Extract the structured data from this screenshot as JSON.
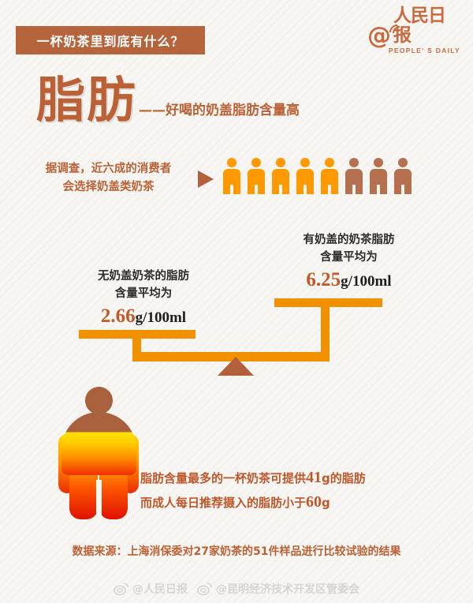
{
  "header": {
    "banner_title": "一杯奶茶里到底有什么？",
    "banner_color": "#b5643c",
    "logo": {
      "at_symbol": "@",
      "name_cn": "人民日报",
      "name_en": "PEOPLE' S DAILY",
      "color": "#c96b3f"
    }
  },
  "headline": {
    "main": "脂肪",
    "sub": "——好喝的奶盖脂肪含量高",
    "color": "#bb6135"
  },
  "survey": {
    "text_line1": "据调查，近六成的消费者",
    "text_line2": "会选择奶盖类奶茶",
    "arrow_icon": "right-triangle-arrow",
    "highlight_color": "#ff9900",
    "muted_color": "#b5704f",
    "figures_total": 8,
    "figures_highlighted": 5
  },
  "comparison": {
    "no_cap": {
      "label_line1": "无奶盖奶茶的脂肪",
      "label_line2": "含量平均为",
      "value": "2.66",
      "unit": "g/100ml"
    },
    "with_cap": {
      "label_line1": "有奶盖的奶茶脂肪",
      "label_line2": "含量平均为",
      "value": "6.25",
      "unit": "g/100ml"
    },
    "beam_color": "#f29100",
    "fulcrum_color": "#b5603c"
  },
  "bottom": {
    "figure_icon": "obese-person-icon",
    "line1_part1": "脂肪含量最多的一杯奶茶可提供",
    "line1_num": "41",
    "line1_part2": "g的脂肪",
    "line2_part1": "而成人每日推荐摄入的脂肪小于",
    "line2_num": "60",
    "line2_part2": "g",
    "text_color": "#c0572b"
  },
  "source": {
    "text": "数据来源：上海消保委对27家奶茶的51件样品进行比较试验的结果"
  },
  "watermarks": [
    {
      "icon": "weibo-icon",
      "handle": "@人民日报"
    },
    {
      "icon": "weibo-icon",
      "handle": "@昆明经济技术开发区管委会"
    }
  ],
  "chart_data": {
    "type": "bar",
    "title": "奶茶脂肪含量平均值对比",
    "categories": [
      "无奶盖奶茶",
      "有奶盖的奶茶"
    ],
    "values": [
      2.66,
      6.25
    ],
    "xlabel": "",
    "ylabel": "g/100ml",
    "ylim": [
      0,
      7
    ],
    "grid": false,
    "legend": "none",
    "annotations": [
      "近六成的消费者会选择奶盖类奶茶（8人中5人）",
      "脂肪含量最多的一杯奶茶可提供41g的脂肪",
      "成人每日推荐摄入的脂肪小于60g"
    ]
  }
}
